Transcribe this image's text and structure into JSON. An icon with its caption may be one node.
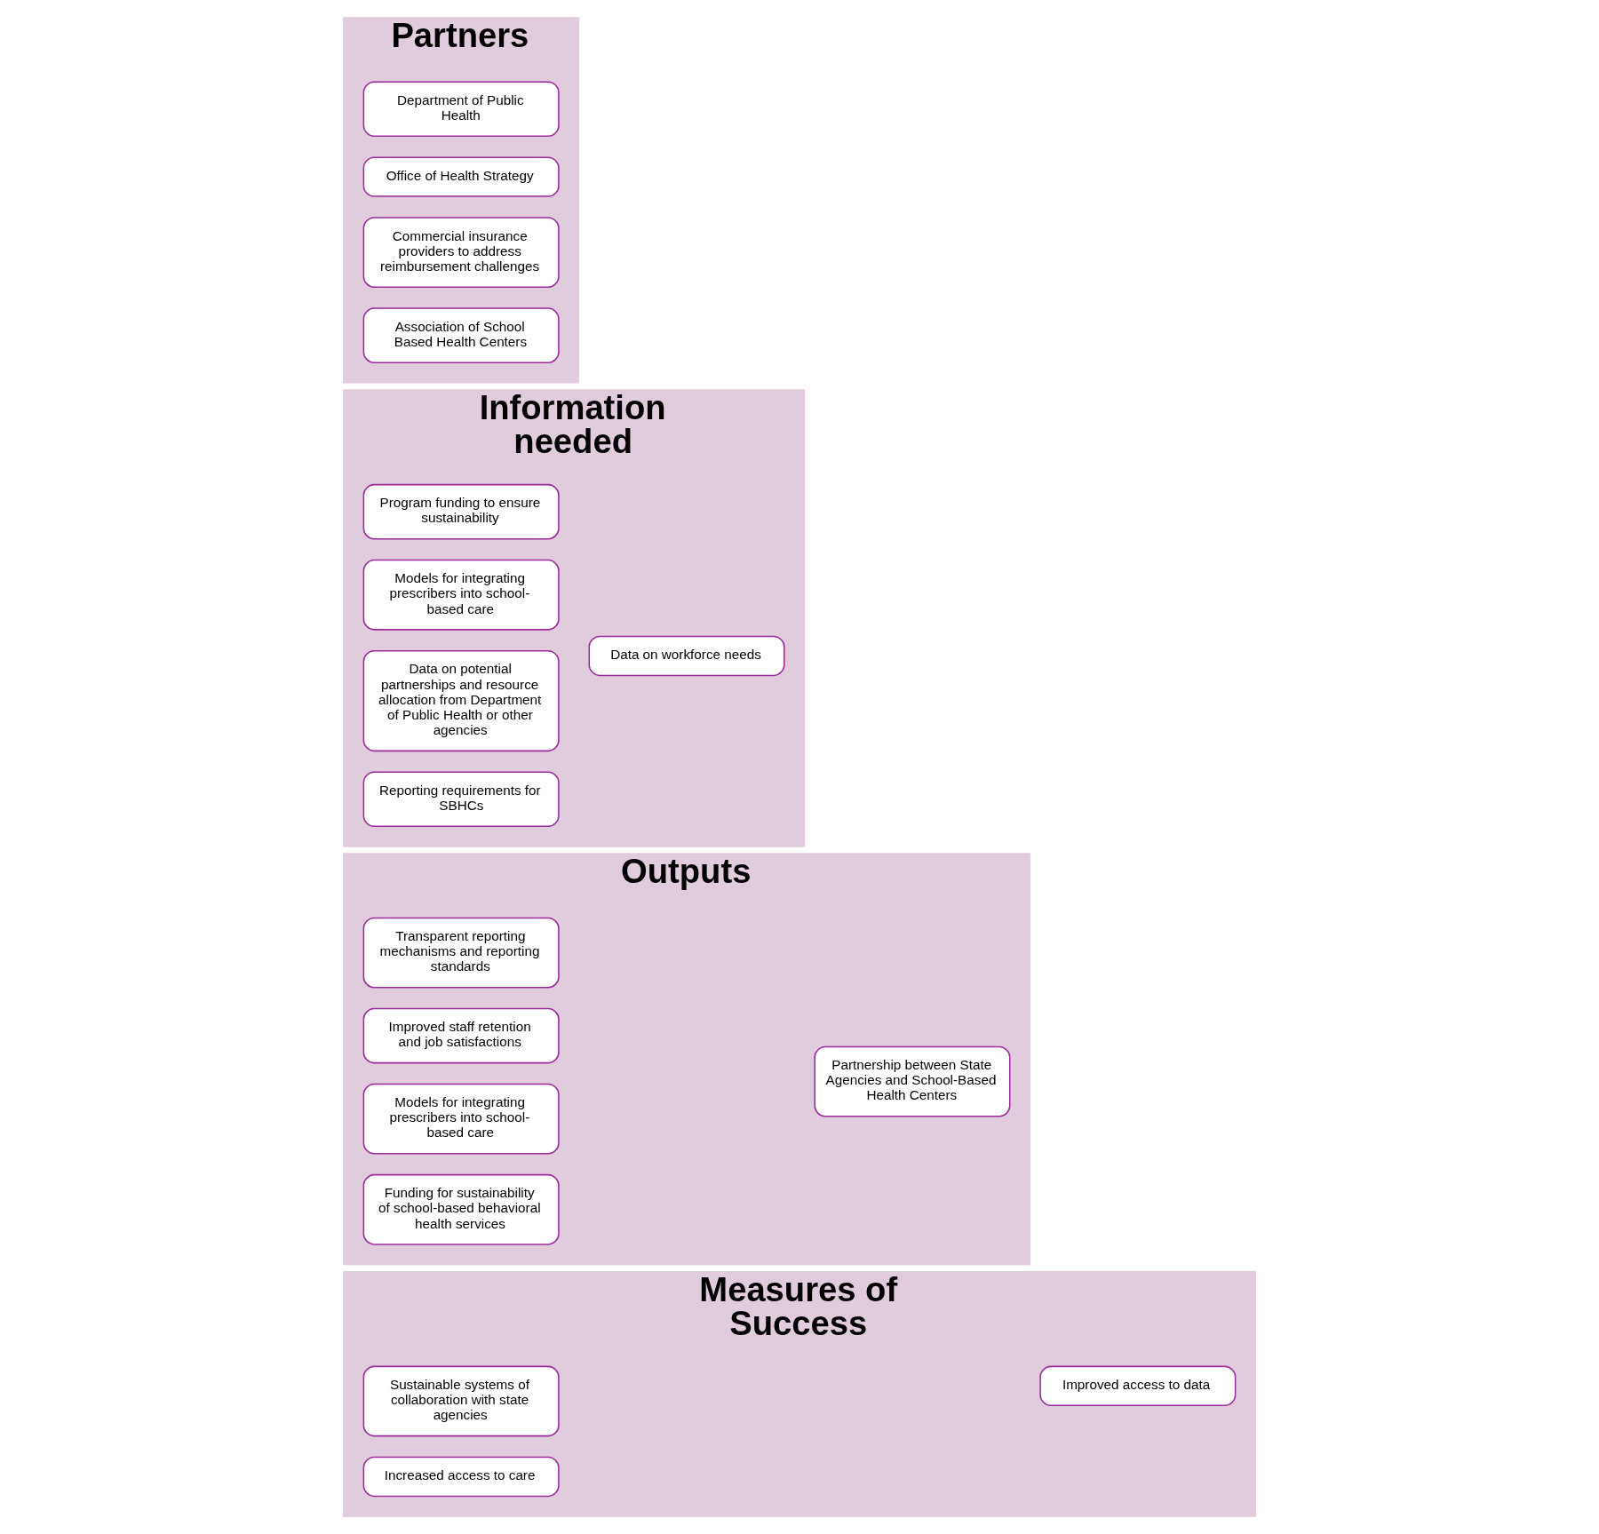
{
  "diagram": {
    "nodes": [
      {
        "text": [
          "Partners"
        ]
      },
      {
        "text": [
          "Department of Public Health"
        ],
        "in": 0
      },
      {
        "text": [
          "Office of Health Strategy"
        ],
        "in": 0
      },
      {
        "text": [
          "Commercial insurance providers to address reimbursement challenges"
        ],
        "in": 0
      },
      {
        "text": [
          "Association of School Based Health Centers"
        ],
        "in": 0
      },
      {
        "text": [
          "Information needed"
        ]
      },
      {
        "text": [
          "Data on workforce needs"
        ],
        "in": 5
      },
      {
        "text": [
          "Program funding to ensure sustainability"
        ],
        "in": 5
      },
      {
        "text": [
          "Models for integrating prescribers into school-based care"
        ],
        "in": 5
      },
      {
        "text": [
          "Data on potential partnerships and resource allocation from Department of Public Health or other agencies"
        ],
        "in": 5
      },
      {
        "text": [
          "Reporting requirements for SBHCs"
        ],
        "in": 5
      },
      {
        "text": [
          "Outputs"
        ]
      },
      {
        "text": [
          "Partnership between State Agencies and School-Based Health Centers"
        ],
        "in": 11
      },
      {
        "text": [
          "Transparent reporting mechanisms and reporting standards"
        ],
        "in": 11
      },
      {
        "text": [
          "Improved staff retention and job satisfactions"
        ],
        "in": 11
      },
      {
        "text": [
          "Models for integrating prescribers into school-based care"
        ],
        "in": 11
      },
      {
        "text": [
          "Funding for sustainability of school-based behavioral health services"
        ],
        "in": 11
      },
      {
        "text": [
          "Measures of Success"
        ]
      },
      {
        "text": [
          "Improved access to data"
        ],
        "in": 17
      },
      {
        "text": [
          "Sustainable systems of collaboration with state agencies"
        ],
        "in": 17
      },
      {
        "text": [
          "Increased access to care"
        ],
        "in": 17
      }
    ],
    "edges": []
  }
}
